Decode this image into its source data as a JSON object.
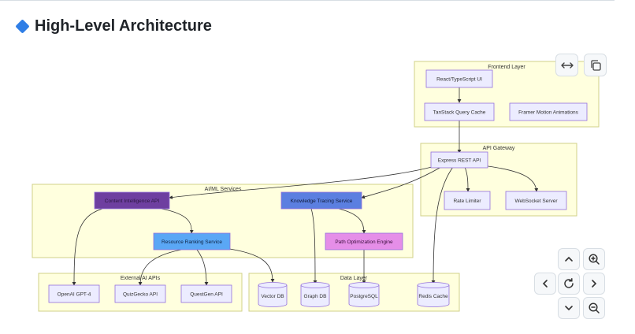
{
  "page": {
    "heading": "High-Level Architecture"
  },
  "groups": {
    "frontend": "Frontend Layer",
    "gateway": "API Gateway",
    "aiml": "AI/ML Services",
    "external": "External AI APIs",
    "data": "Data Layer"
  },
  "nodes": {
    "react": "React/TypeScript UI",
    "tanstack": "TanStack Query Cache",
    "framer": "Framer Motion Animations",
    "express": "Express REST API",
    "ratelimiter": "Rate Limiter",
    "websocket": "WebSocket Server",
    "content": "Content Intelligence API",
    "knowledge": "Knowledge Tracing Service",
    "ranking": "Resource Ranking Service",
    "pathopt": "Path Optimization Engine",
    "openai": "OpenAI GPT-4",
    "quizgecko": "QuizGecko API",
    "questgen": "QuestGen API",
    "vectordb": "Vector DB",
    "graphdb": "Graph DB",
    "postgres": "PostgreSQL",
    "redis": "Redis Cache"
  },
  "colors": {
    "content": "#6e3fa0",
    "knowledge": "#5b7fe0",
    "ranking": "#5aa7f5",
    "pathopt": "#e58ee8",
    "default_node": "#ececff",
    "group_fill": "#ffffde"
  },
  "controls": {
    "expand_icon": "arrows-horizontal-icon",
    "copy_icon": "copy-icon"
  }
}
